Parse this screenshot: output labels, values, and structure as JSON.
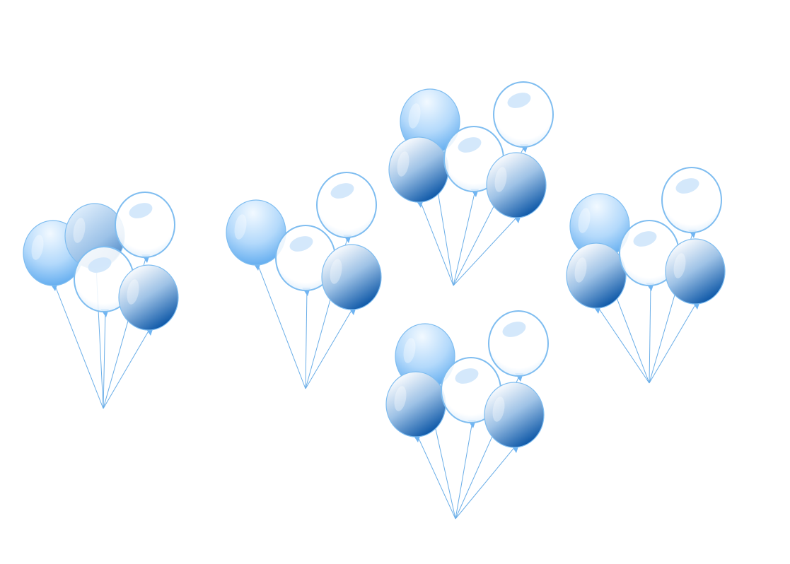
{
  "scene": {
    "background": "#ffffff",
    "clusters": [
      {
        "name": "balloon-cluster-1",
        "balloons": [
          "light-blue",
          "mid-blue",
          "clear",
          "clear",
          "dark-blue"
        ]
      },
      {
        "name": "balloon-cluster-2",
        "balloons": [
          "light-blue",
          "clear",
          "clear",
          "dark-blue"
        ]
      },
      {
        "name": "balloon-cluster-3",
        "balloons": [
          "light-blue",
          "clear",
          "dark-blue",
          "clear",
          "dark-blue"
        ]
      },
      {
        "name": "balloon-cluster-4",
        "balloons": [
          "light-blue",
          "clear",
          "dark-blue",
          "clear",
          "dark-blue"
        ]
      },
      {
        "name": "balloon-cluster-5",
        "balloons": [
          "light-blue",
          "clear",
          "dark-blue",
          "clear",
          "dark-blue"
        ]
      }
    ]
  },
  "colors": {
    "light_blue_top": "#e8f4ff",
    "light_blue_bottom": "#6fb4f2",
    "dark_blue_top": "#e8f0fa",
    "dark_blue_bottom": "#0a55a6",
    "outline": "#7fbdf0",
    "string": "#6aaee8"
  }
}
